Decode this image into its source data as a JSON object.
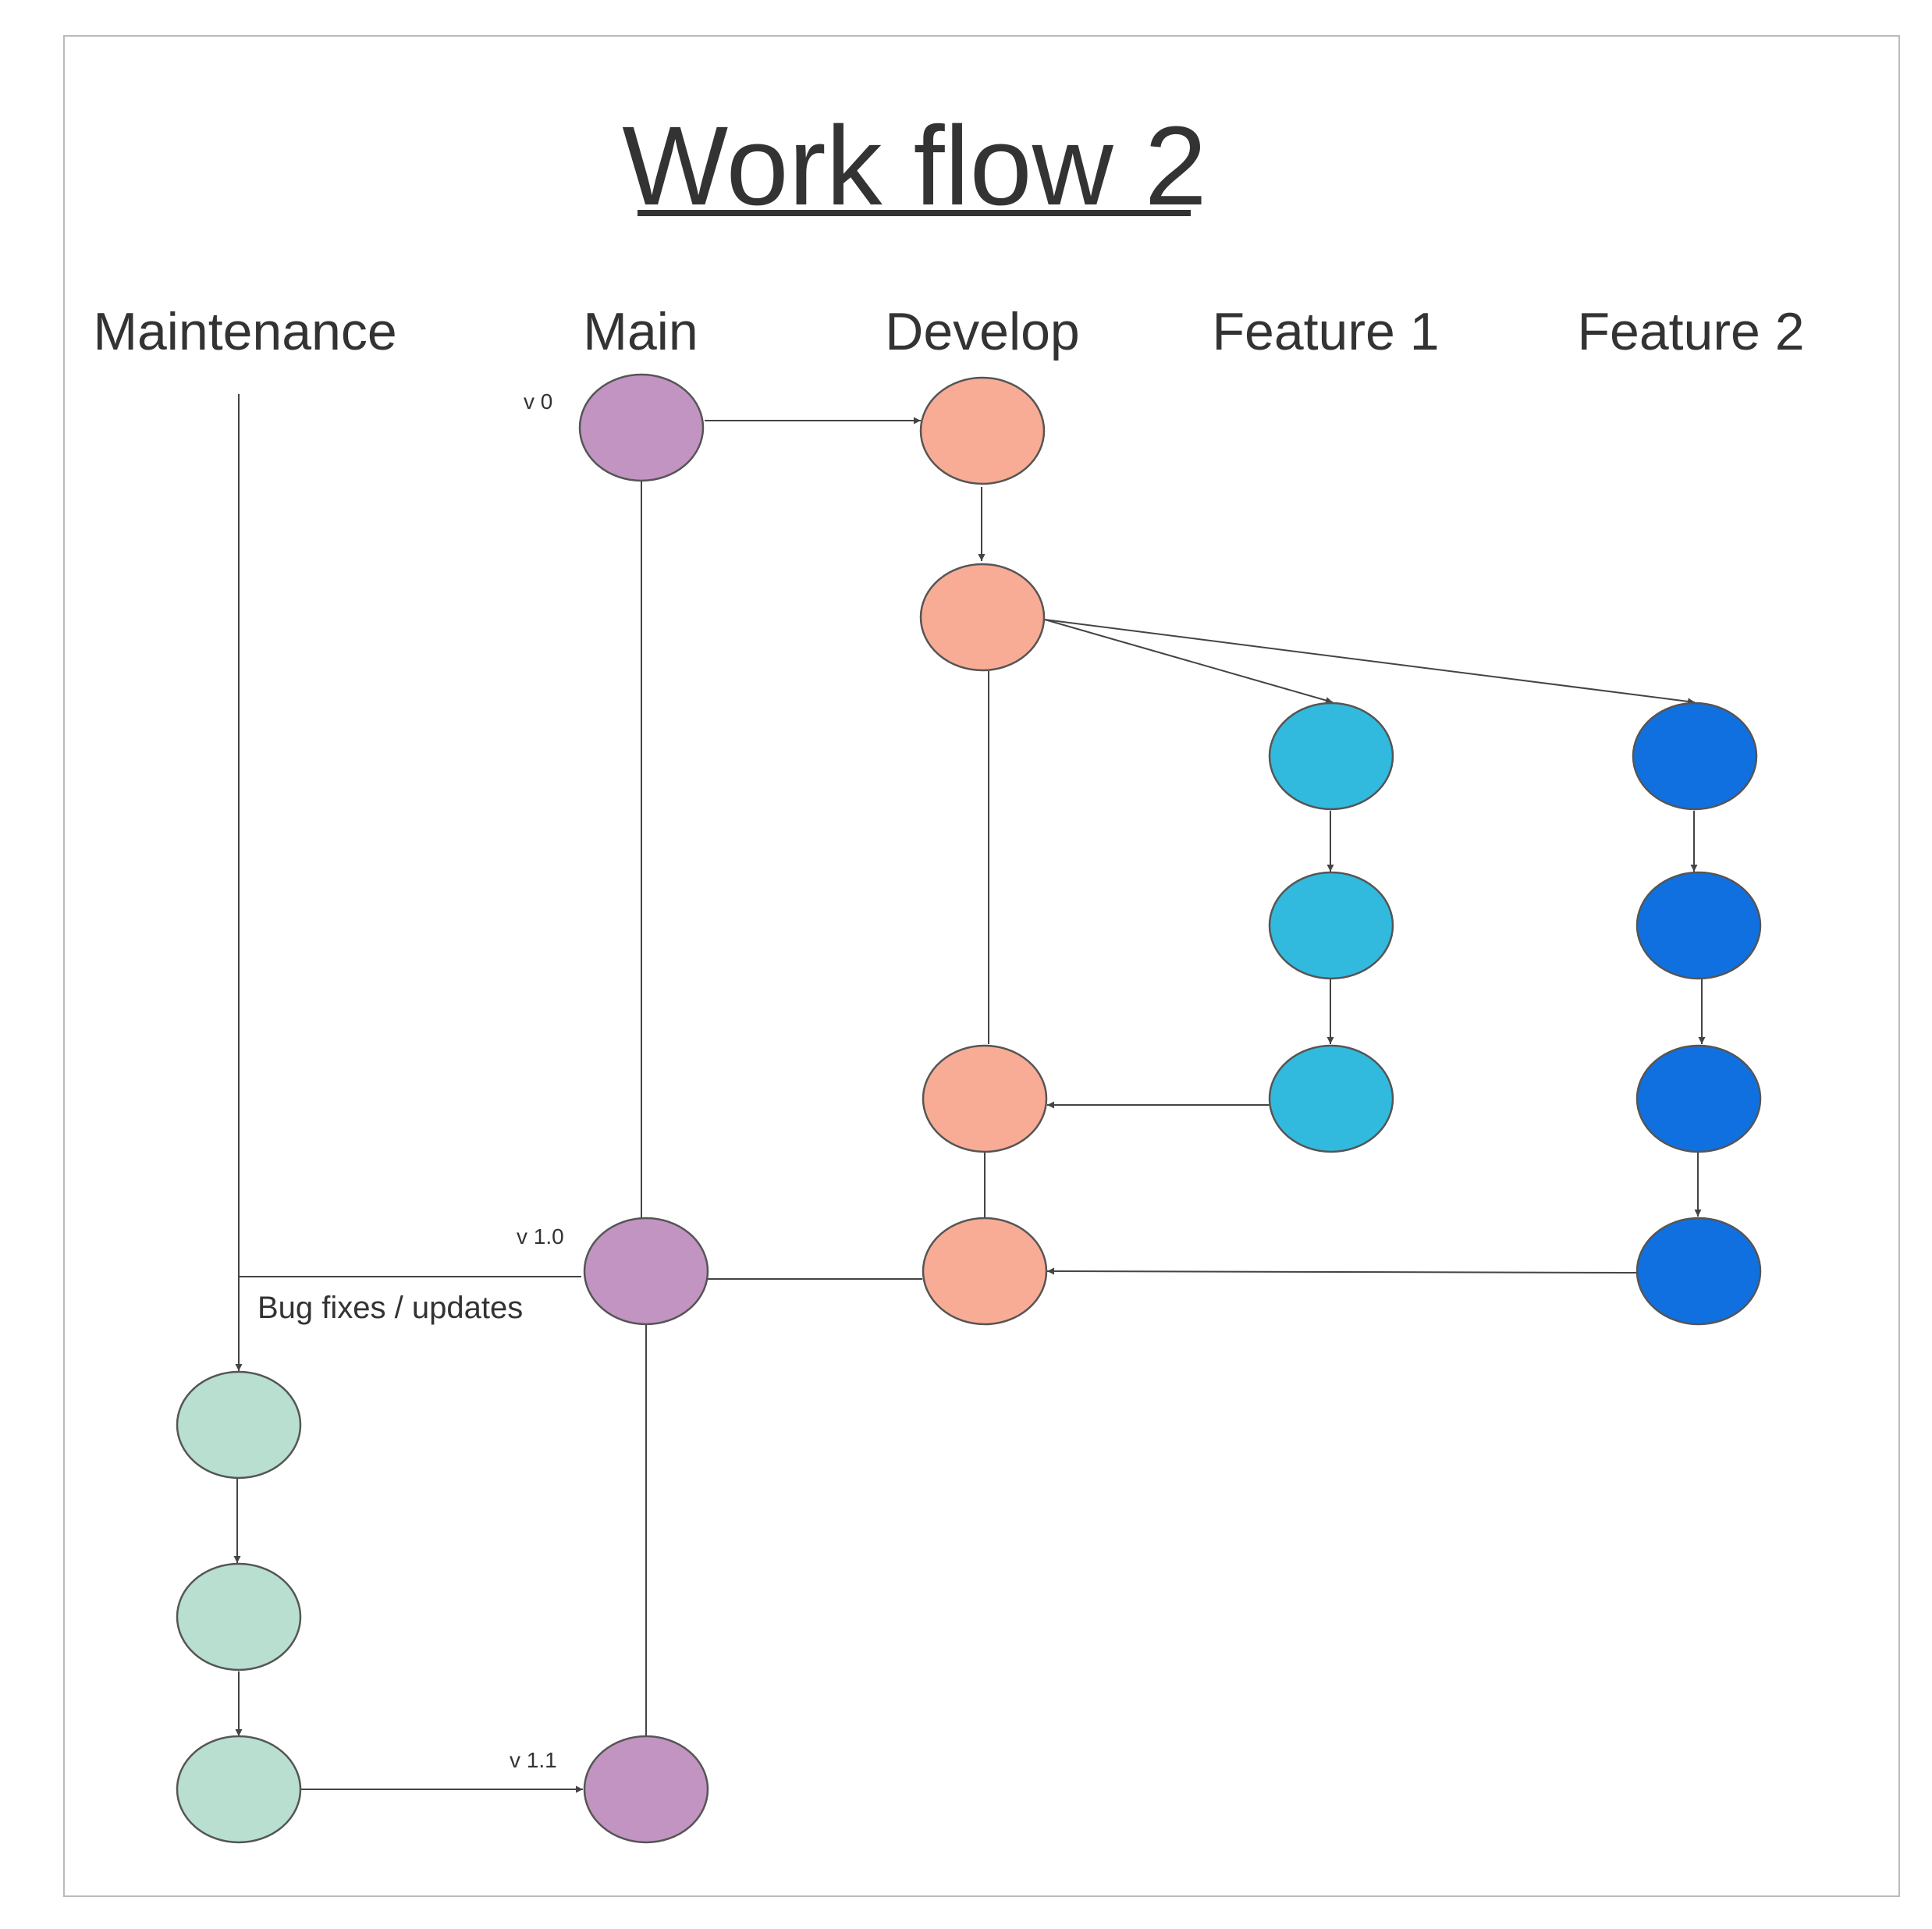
{
  "title": "Work flow 2",
  "lanes": {
    "maintenance": "Maintenance",
    "main": "Main",
    "develop": "Develop",
    "feature1": "Feature 1",
    "feature2": "Feature 2"
  },
  "versions": {
    "v0": "v 0",
    "v10": "v 1.0",
    "v11": "v 1.1"
  },
  "annotations": {
    "bug_fixes": "Bug fixes / updates"
  },
  "colors": {
    "main": "#C194C2",
    "develop": "#F8AC95",
    "feature1": "#31BADE",
    "feature2": "#1070E0",
    "maintenance": "#B8DFCF",
    "stroke": "#555555",
    "text": "#333333"
  }
}
